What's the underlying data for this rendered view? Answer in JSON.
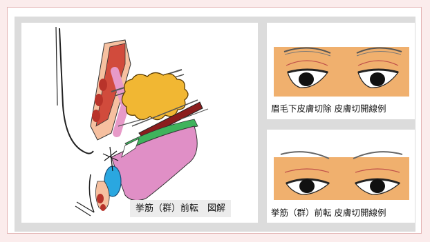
{
  "captions": {
    "main": "挙筋（群）前転　図解",
    "top": "眉毛下皮膚切除  皮膚切開線例",
    "bottom": "挙筋（群）前転  皮膚切開線例"
  },
  "colors": {
    "page_bg": "#fbecec",
    "panel_bg": "#dcdcdc",
    "skin": "#f0b06e",
    "muscle_red": "#c0392b",
    "fat_yellow": "#f1b733",
    "pink": "#e08fc6",
    "green": "#3fb35c",
    "blue": "#2aa7e0"
  }
}
